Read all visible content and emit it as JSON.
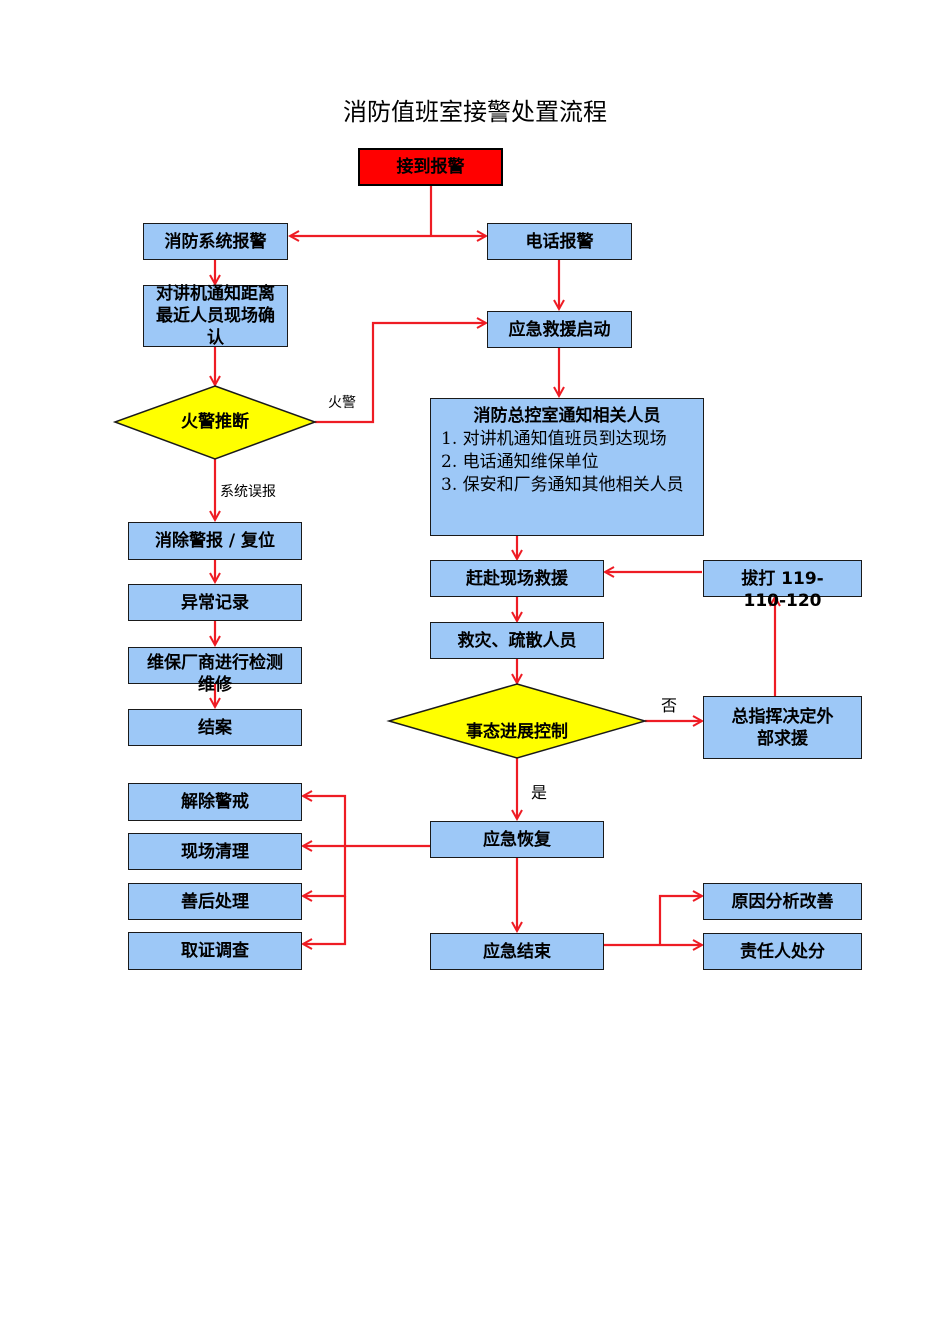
{
  "title": "消防值班室接警处置流程",
  "nodes": {
    "receive_alarm": "接到报警",
    "system_alarm": "消防系统报警",
    "phone_alarm": "电话报警",
    "intercom_confirm": "对讲机通知距离最近人员现场确认",
    "emergency_start": "应急救援启动",
    "fire_judge": "火警推断",
    "control_notify_head": "消防总控室通知相关人员",
    "control_notify_lines": [
      "1. 对讲机通知值班员到达现场",
      "2. 电话通知维保单位",
      "3. 保安和厂务通知其他相关人员"
    ],
    "clear_reset": "消除警报 / 复位",
    "rush_rescue": "赶赴现场救援",
    "dial_help": "拔打 119-110-120",
    "abnormal_record": "异常记录",
    "rescue_evacuate": "救灾、疏散人员",
    "maintenance": "维保厂商进行检测维修",
    "situation_control": "事态进展控制",
    "commander_decide": "总指挥决定外部求援",
    "close_case": "结案",
    "lift_alert": "解除警戒",
    "emergency_recover": "应急恢复",
    "site_cleanup": "现场清理",
    "aftermath": "善后处理",
    "cause_analysis": "原因分析改善",
    "evidence": "取证调查",
    "emergency_end": "应急结束",
    "responsible_punish": "责任人处分"
  },
  "labels": {
    "fire": "火警",
    "false_alarm": "系统误报",
    "no": "否",
    "yes": "是"
  },
  "colors": {
    "box_fill": "#9dc8f7",
    "start_fill": "#ff0000",
    "decision_fill": "#ffff00",
    "arrow": "#ee1c24"
  }
}
